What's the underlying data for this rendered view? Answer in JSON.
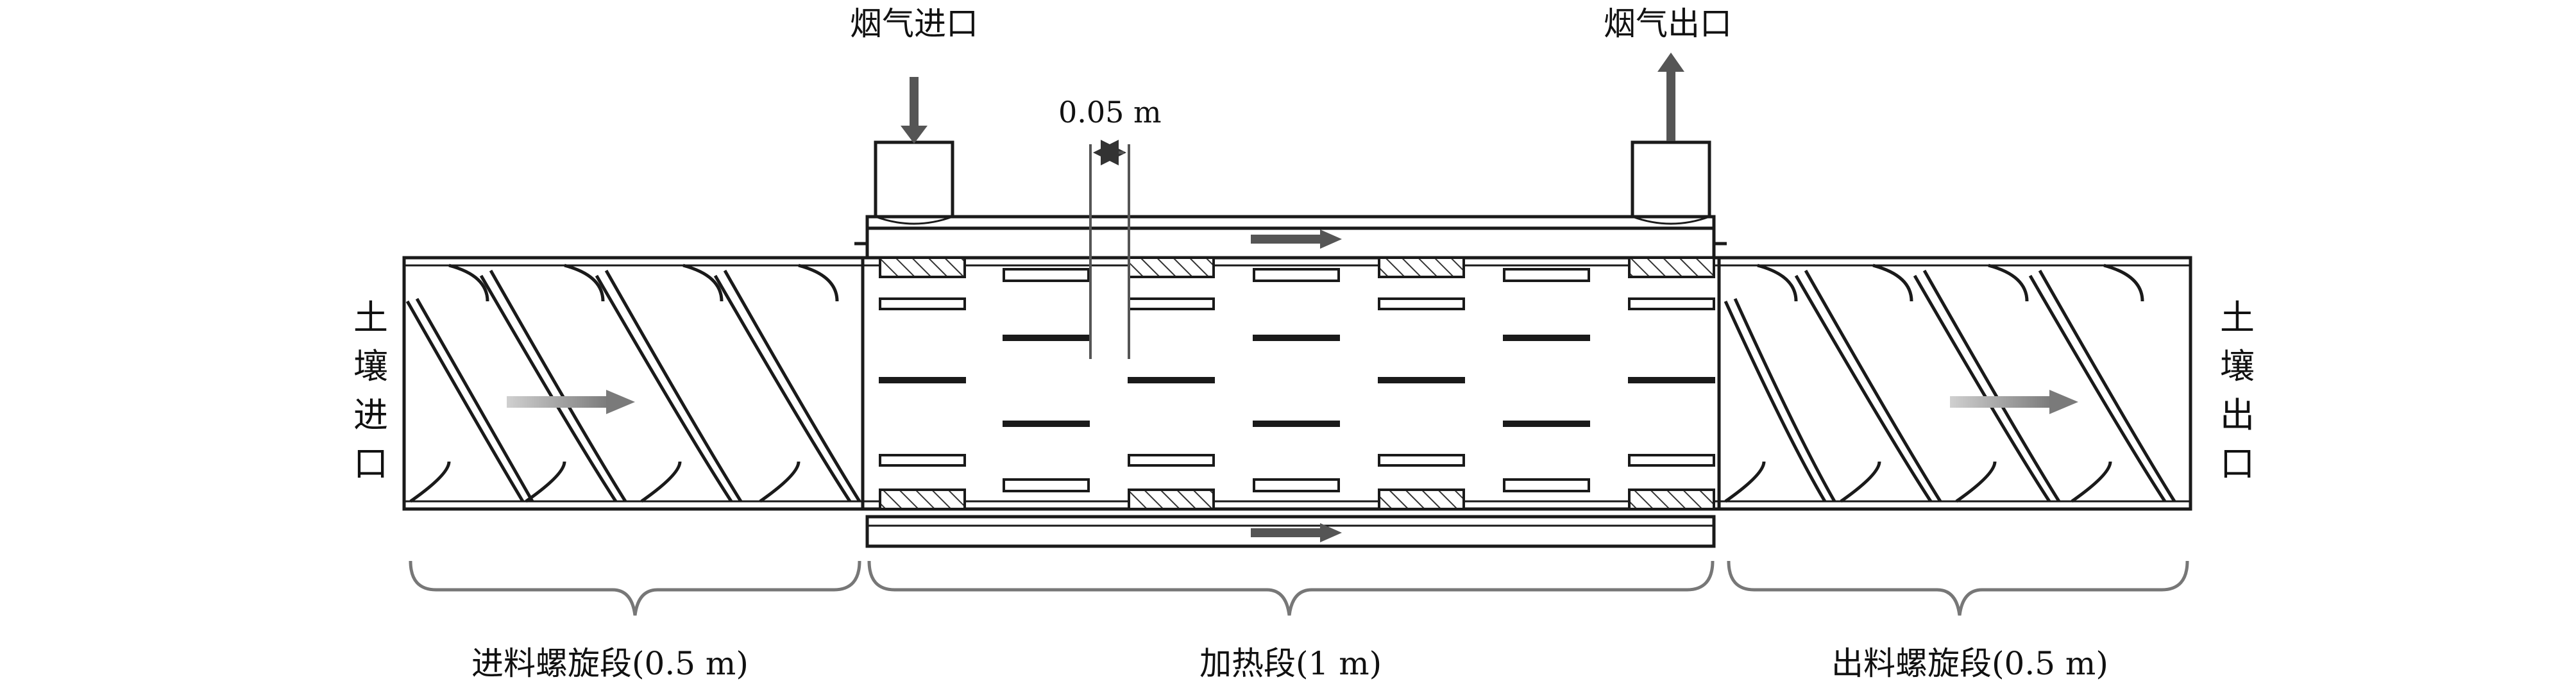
{
  "labels": {
    "flue_gas_inlet": "烟气进口",
    "flue_gas_outlet": "烟气出口",
    "gap_dimension": "0.05 m",
    "soil_inlet": [
      "土",
      "壤",
      "进",
      "口"
    ],
    "soil_outlet": [
      "土",
      "壤",
      "出",
      "口"
    ],
    "feed_screw_section": "进料螺旋段(0.5 m)",
    "heating_section": "加热段(1 m)",
    "discharge_screw_section": "出料螺旋段(0.5 m)"
  },
  "colors": {
    "line": "#1a1a1a",
    "flow_arrow_dark": "#555555",
    "flow_arrow_light": "#aaaaaa",
    "hatch": "#333333",
    "background": "#ffffff"
  }
}
